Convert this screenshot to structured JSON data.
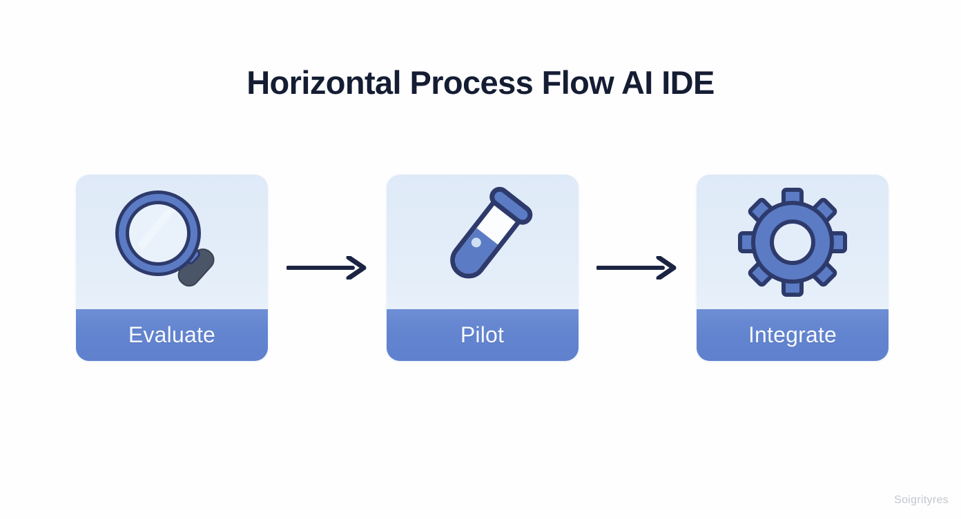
{
  "page": {
    "title": "Horizontal Process Flow AI IDE",
    "background_color": "#ffffff",
    "title_color": "#151d33",
    "watermark": "Soigrityres",
    "watermark_color": "#c2c6cc"
  },
  "theme": {
    "card_top_color": "#dfeaf8",
    "card_band_color": "#6384cf",
    "icon_fill": "#5b7bc4",
    "icon_outline": "#2d3a6b",
    "icon_handle": "#4a5568",
    "arrow_color": "#1b2442",
    "label_text_color": "#f7fafe"
  },
  "flow": {
    "steps": [
      {
        "id": "evaluate",
        "label": "Evaluate",
        "icon": "magnifying-glass-icon"
      },
      {
        "id": "pilot",
        "label": "Pilot",
        "icon": "test-tube-icon"
      },
      {
        "id": "integrate",
        "label": "Integrate",
        "icon": "gear-icon"
      }
    ],
    "connectors": [
      {
        "id": "arrow-1",
        "icon": "arrow-right-icon",
        "from": "evaluate",
        "to": "pilot"
      },
      {
        "id": "arrow-2",
        "icon": "arrow-right-icon",
        "from": "pilot",
        "to": "integrate"
      }
    ]
  }
}
